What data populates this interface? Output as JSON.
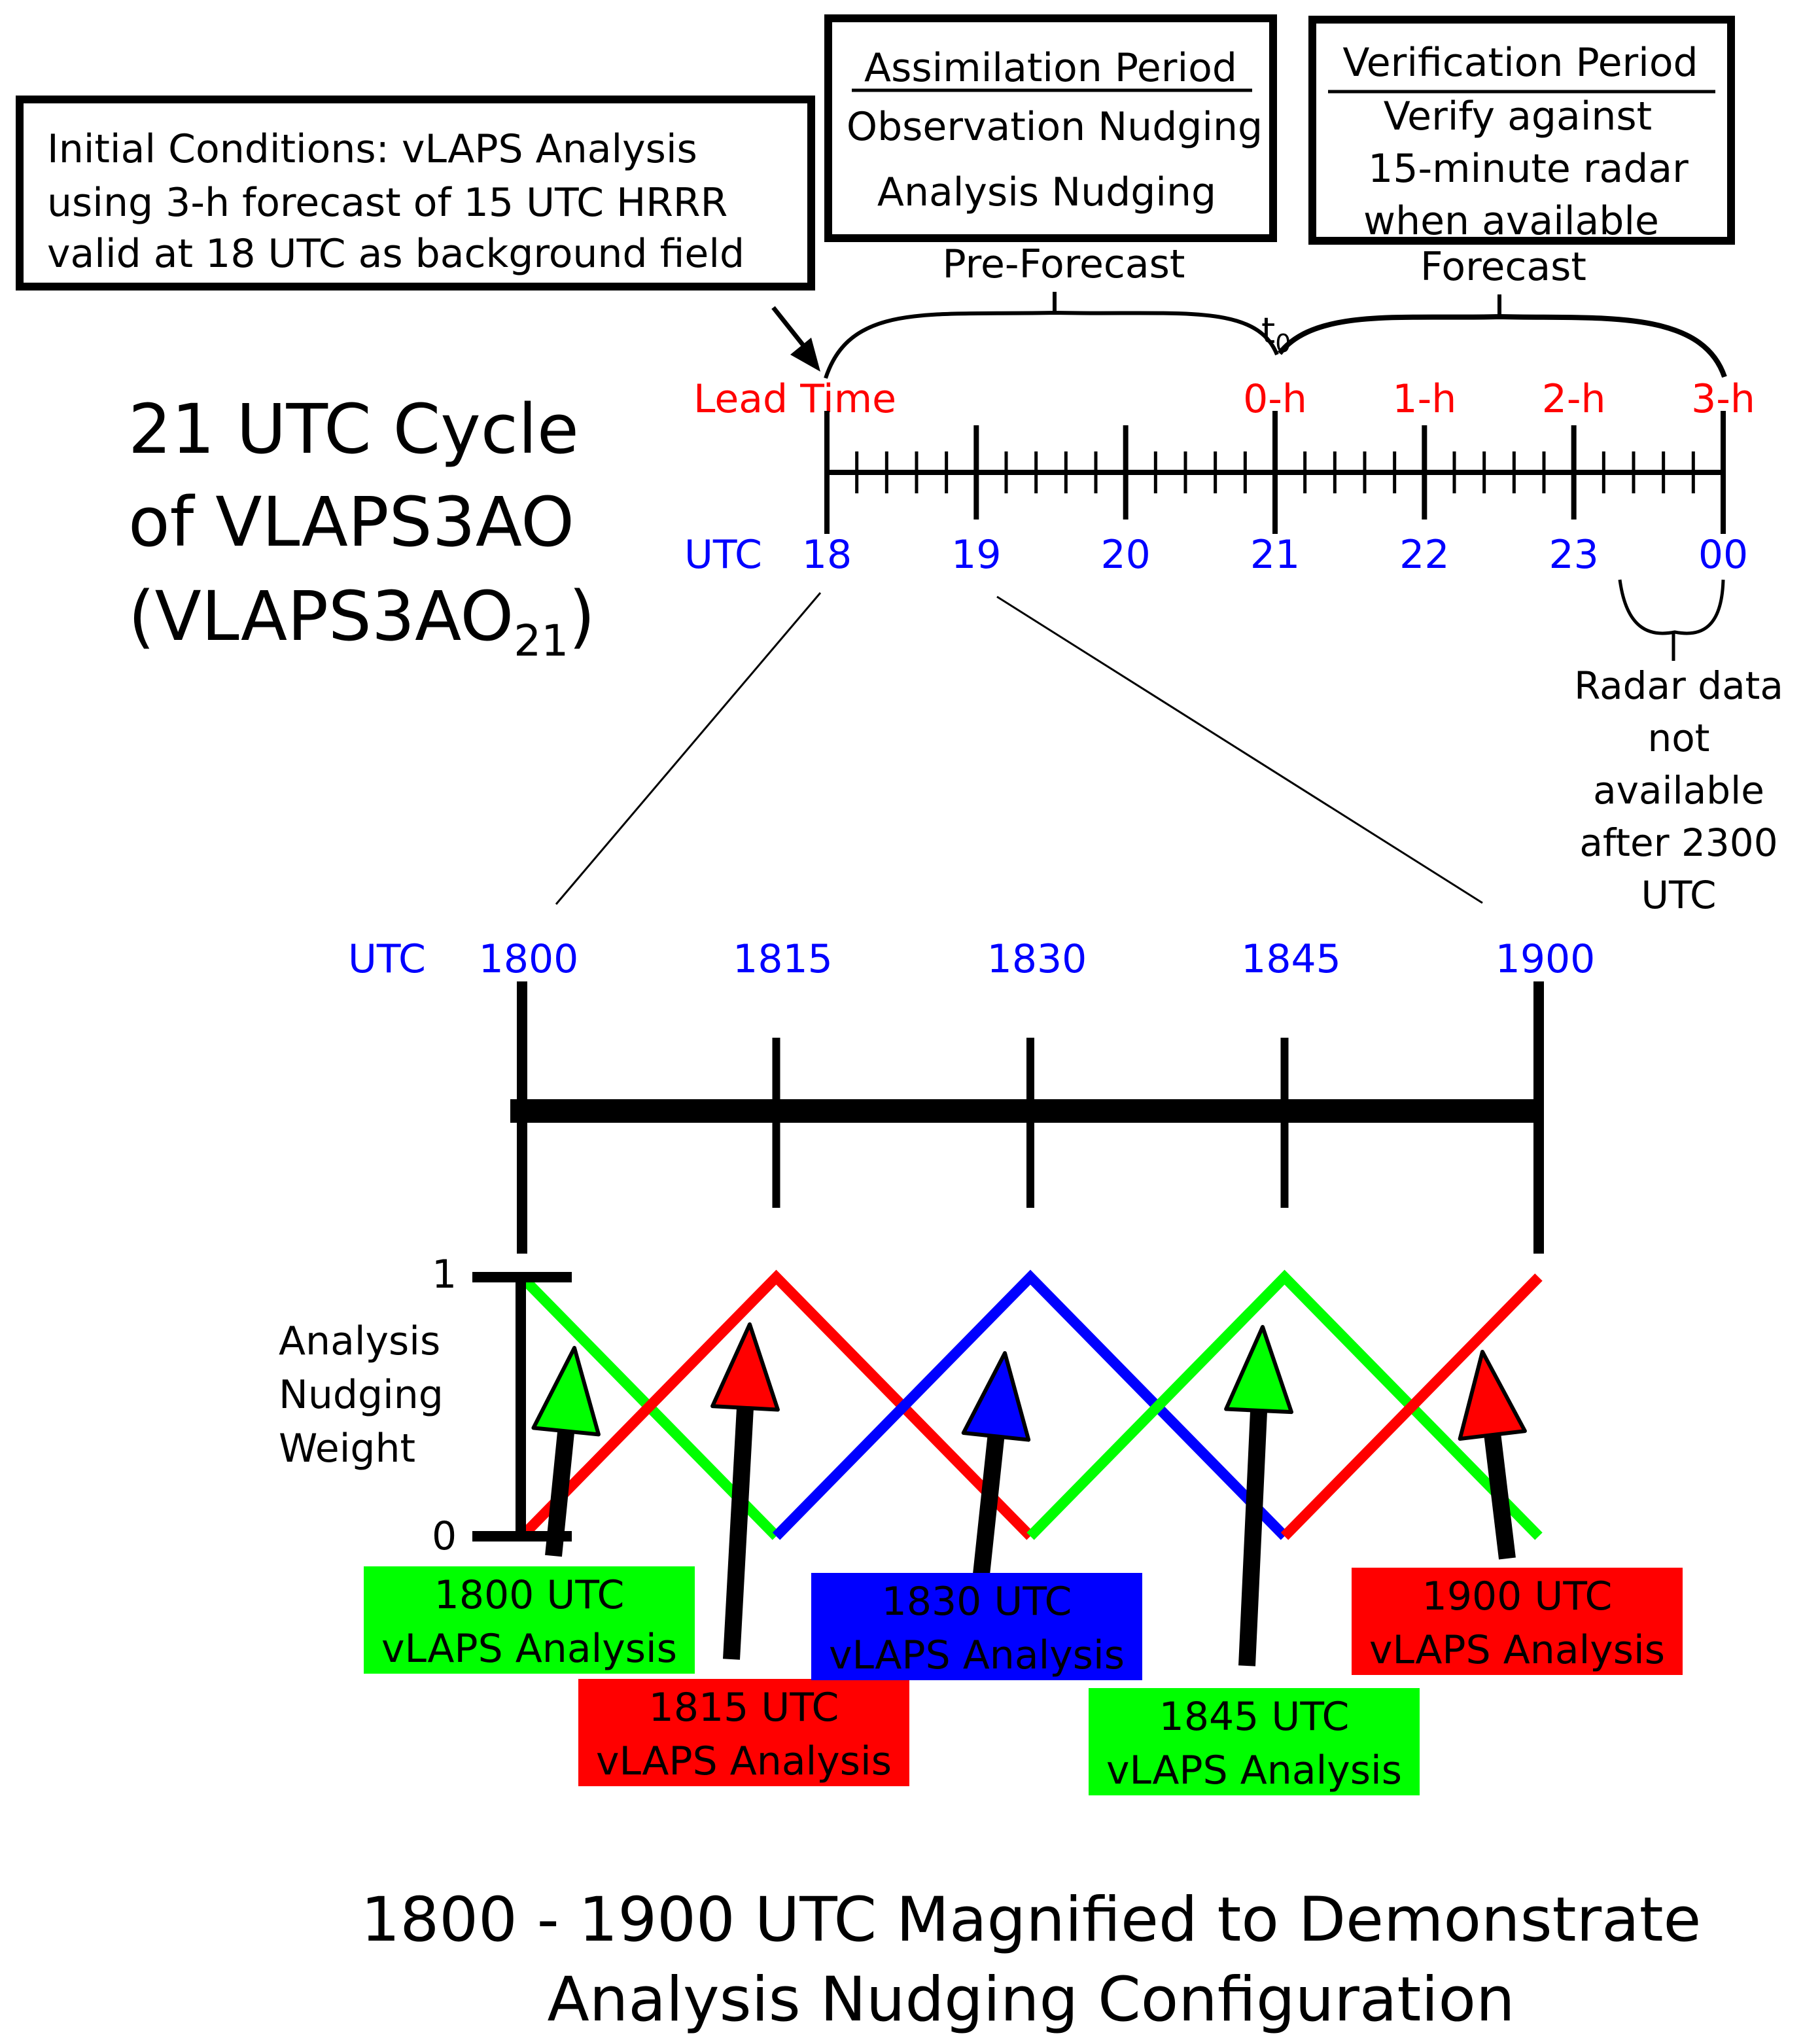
{
  "colors": {
    "red": "#ff0000",
    "blue": "#0000ff",
    "green": "#00ff00",
    "black": "#000000",
    "label_red_bg": "#ff0000",
    "label_blue_bg": "#0000ff",
    "label_green_bg": "#00ff00"
  },
  "initial_box": {
    "lines": [
      "Initial Conditions: vLAPS Analysis",
      "using 3-h forecast of 15 UTC HRRR",
      "valid at 18 UTC as background field"
    ]
  },
  "assimilation_box": {
    "title": "Assimilation Period",
    "lines": [
      "Observation Nudging",
      "Analysis Nudging"
    ]
  },
  "verification_box": {
    "title": "Verification Period",
    "lines": [
      "Verify against",
      "15-minute radar",
      "when available"
    ]
  },
  "braces": {
    "pre_forecast": "Pre-Forecast",
    "forecast": "Forecast",
    "t0_main": "t",
    "t0_sub": "0"
  },
  "cycle_title": {
    "line1": "21 UTC Cycle",
    "line2": "of VLAPS3AO",
    "line3_main": "(VLAPS3AO",
    "line3_sub": "21",
    "line3_end": ")"
  },
  "top_axis": {
    "lead_time_label": "Lead Time",
    "lead_labels": [
      "0-h",
      "1-h",
      "2-h",
      "3-h"
    ],
    "utc_label": "UTC",
    "hour_labels": [
      "18",
      "19",
      "20",
      "21",
      "22",
      "23",
      "00"
    ]
  },
  "radar_note": {
    "lines": [
      "Radar data",
      "not",
      "available",
      "after 2300",
      "UTC"
    ]
  },
  "bottom_axis": {
    "utc_label": "UTC",
    "time_labels": [
      "1800",
      "1815",
      "1830",
      "1845",
      "1900"
    ]
  },
  "weight_axis": {
    "label_lines": [
      "Analysis",
      "Nudging",
      "Weight"
    ],
    "tick_top": "1",
    "tick_bottom": "0"
  },
  "analysis_labels": [
    {
      "line1": "1800 UTC",
      "line2": "vLAPS Analysis",
      "color": "green"
    },
    {
      "line1": "1815 UTC",
      "line2": "vLAPS Analysis",
      "color": "red"
    },
    {
      "line1": "1830 UTC",
      "line2": "vLAPS Analysis",
      "color": "blue"
    },
    {
      "line1": "1845 UTC",
      "line2": "vLAPS Analysis",
      "color": "green"
    },
    {
      "line1": "1900 UTC",
      "line2": "vLAPS Analysis",
      "color": "red"
    }
  ],
  "weight_series": [
    {
      "color": "green",
      "t": [
        0,
        15
      ],
      "w": [
        1,
        0
      ]
    },
    {
      "color": "red",
      "t": [
        0,
        15,
        30
      ],
      "w": [
        0,
        1,
        0
      ]
    },
    {
      "color": "blue",
      "t": [
        15,
        30,
        45
      ],
      "w": [
        0,
        1,
        0
      ]
    },
    {
      "color": "green",
      "t": [
        30,
        45,
        60
      ],
      "w": [
        0,
        1,
        0
      ]
    },
    {
      "color": "red",
      "t": [
        45,
        60
      ],
      "w": [
        0,
        1
      ]
    }
  ],
  "caption": {
    "line1": "1800 - 1900 UTC Magnified to Demonstrate",
    "line2": "Analysis Nudging Configuration"
  }
}
